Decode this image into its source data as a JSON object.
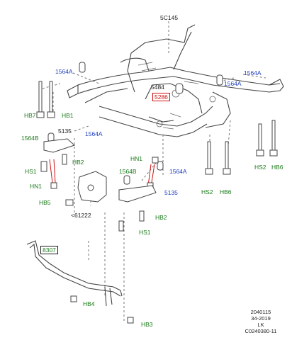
{
  "diagram": {
    "labels": {
      "main_frame": "5C145",
      "bush_1564a_top_left": "1564A",
      "bush_1564a_top_right_a": "1564A",
      "bush_1564a_top_right_b": "1564A",
      "mount_5484": "5484",
      "highlighted_part": "5286",
      "bolt_hb7": "HB7",
      "bolt_hb1": "HB1",
      "bush_1564b_left": "1564B",
      "bracket_5135_left": "5135",
      "bush_1564a_mid_left": "1564A",
      "bolt_hb2_left": "HB2",
      "bolt_hs1_left": "HS1",
      "nut_hn1_left": "HN1",
      "bolt_hb5": "HB5",
      "part_61222": "<61222",
      "nut_hn1_mid": "HN1",
      "bush_1564b_mid": "1564B",
      "bush_1564a_mid_right": "1564A",
      "bracket_5135_right": "5135",
      "bolt_hb2_mid": "HB2",
      "bolt_hs1_mid": "HS1",
      "bolt_hs2_right": "HS2",
      "bolt_hb6_right": "HB6",
      "bolt_hs2_center": "HS2",
      "bolt_hb6_center": "HB6",
      "stabilizer_8307": "8307",
      "bolt_hb4": "HB4",
      "bolt_hb3": "HB3"
    },
    "footer": {
      "line1": "2040115",
      "line2": "34-2019",
      "line3": "LK",
      "line4": "C0240380-11"
    }
  }
}
